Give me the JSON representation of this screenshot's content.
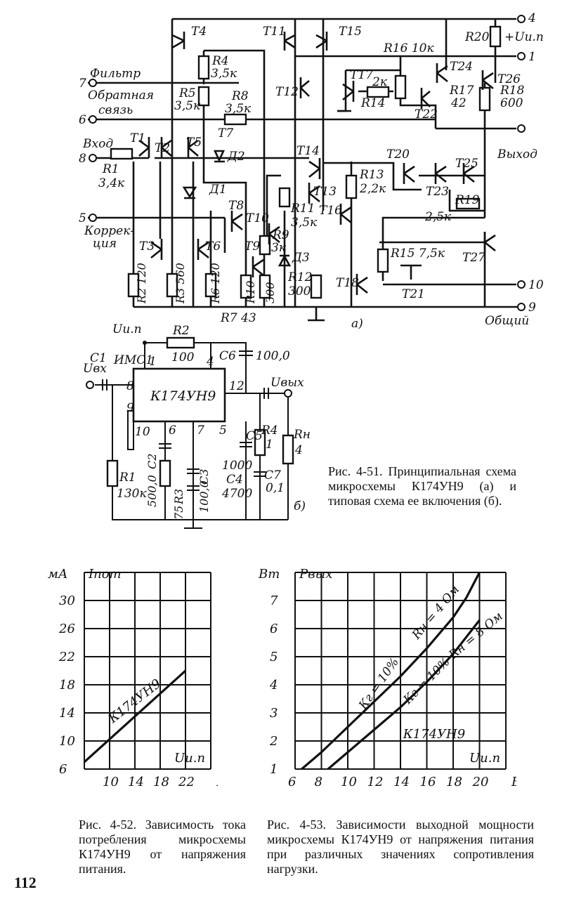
{
  "schematic_a": {
    "pins": {
      "p4": "4",
      "p1": "1",
      "p7": "7",
      "p6": "6",
      "p8": "8",
      "p5": "5",
      "p10": "10",
      "p9": "9"
    },
    "pin_labels": {
      "filter": "Фильтр",
      "feedback_1": "Обратная",
      "feedback_2": "связь",
      "input": "Вход",
      "correction_1": "Коррек-",
      "correction_2": "ция",
      "output": "Выход",
      "common": "Общий",
      "supply": "+Uи.п"
    },
    "transistors": [
      "T4",
      "T11",
      "T15",
      "T12",
      "T17",
      "T24",
      "T26",
      "T22",
      "T1",
      "T2",
      "T5",
      "T7",
      "T14",
      "T20",
      "T25",
      "T23",
      "T13",
      "T16",
      "T8",
      "T10",
      "T9",
      "T3",
      "T6",
      "T18",
      "T21",
      "T27"
    ],
    "diodes": [
      "Д2",
      "Д1",
      "Д3"
    ],
    "resistors": {
      "R4": "R4",
      "R4v": "3,5к",
      "R5": "R5",
      "R5v": "3,5к",
      "R8": "R8",
      "R8v": "3,5к",
      "R1": "R1",
      "R1v": "3,4к",
      "R16": "R16 10к",
      "R20": "R20",
      "R17": "R17",
      "R17v": "42",
      "R18": "R18",
      "R18v": "600",
      "R14": "R14",
      "R14v": "2к",
      "R13": "R13",
      "R13v": "2,2к",
      "R19": "R19",
      "R19v": "2,5к",
      "R11": "R11",
      "R11v": "3,5к",
      "R9": "R9",
      "R9v": "3к",
      "R15": "R15 7,5к",
      "R2": "R2 120",
      "R3": "R3 560",
      "R6": "R6 120",
      "R7": "R7 43",
      "R10": "R10",
      "R10v": "300",
      "R12": "R12",
      "R12v": "300"
    },
    "sub_label": "а)"
  },
  "schematic_b": {
    "supply": "Uи.п",
    "input": "Uвх",
    "output": "Uвых",
    "ic_label": "ИМС1",
    "chip": "К174УН9",
    "pins": [
      "1",
      "4",
      "8",
      "9",
      "10",
      "6",
      "7",
      "5",
      "12"
    ],
    "parts": {
      "R2": "R2",
      "R2v": "100",
      "C6": "C6",
      "C6v": "100,0",
      "C1": "C1",
      "R1": "R1",
      "R1v": "130к",
      "C2": "C2",
      "C2v": "500,0",
      "R3": "R3",
      "R3v": "75",
      "C3": "C3",
      "C3v": "100,0",
      "C5": "C5",
      "C5v": "1000",
      "C4": "C4",
      "C4v": "4700",
      "R4": "R4",
      "R4v": "1",
      "C7": "C7",
      "C7v": "0,1",
      "Rn": "Rн",
      "Rnv": "4"
    },
    "sub_label": "б)"
  },
  "caption_451": "Рис. 4-51. Принципиальная схема микросхемы К174УН9 (а) и типовая схема ее включения (б).",
  "caption_452": "Рис. 4-52. Зависимость тока потребления микросхемы К174УН9 от напряжения питания.",
  "caption_453": "Рис. 4-53. Зависимости выходной мощности микросхемы К174УН9 от напряжения питания при различных значениях сопротивления нагрузки.",
  "page_number": "112",
  "chart_data": [
    {
      "type": "line",
      "ylabel_unit": "мА",
      "ylabel": "Iпот",
      "xlabel": "Uи.п",
      "xunit": "В",
      "xticks": [
        10,
        14,
        18,
        22
      ],
      "yticks": [
        6,
        10,
        14,
        18,
        22,
        26,
        30
      ],
      "xlim": [
        6,
        26
      ],
      "ylim": [
        6,
        34
      ],
      "grid": true,
      "series": [
        {
          "name": "К174УН9",
          "x": [
            6,
            22
          ],
          "y": [
            7,
            20
          ]
        }
      ]
    },
    {
      "type": "line",
      "ylabel_unit": "Вт",
      "ylabel": "Pвых",
      "xlabel": "Uи.п",
      "xunit": "В",
      "xticks": [
        6,
        8,
        10,
        12,
        14,
        16,
        18,
        20
      ],
      "yticks": [
        1,
        2,
        3,
        4,
        5,
        6,
        7
      ],
      "xlim": [
        6,
        22
      ],
      "ylim": [
        1,
        8
      ],
      "grid": true,
      "chip_label": "К174УН9",
      "series": [
        {
          "name": "Rн = 4 Ом",
          "kg": "Кг = 10%",
          "x": [
            6.5,
            8,
            10,
            12,
            14,
            16,
            18,
            19,
            20
          ],
          "y": [
            1.0,
            1.6,
            2.5,
            3.4,
            4.3,
            5.3,
            6.4,
            7.1,
            8.0
          ]
        },
        {
          "name": "Rн = 8 Ом",
          "kg": "Кг = 10%",
          "x": [
            8.5,
            10,
            12,
            14,
            16,
            18,
            20
          ],
          "y": [
            1.0,
            1.6,
            2.4,
            3.2,
            4.1,
            5.1,
            6.3
          ]
        }
      ]
    }
  ]
}
